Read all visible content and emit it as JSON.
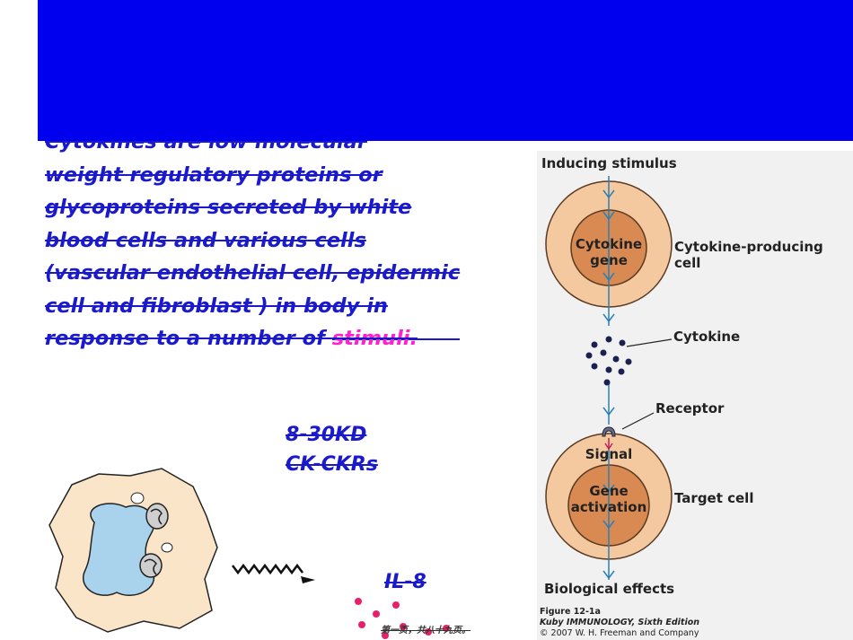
{
  "intro": {
    "line1": "Cytokines are low molecular",
    "line2": "weight regulatory proteins or",
    "line3": "glycoproteins secreted by white",
    "line4": "blood cells and various cells",
    "line5": "(vascular endothelial cell, epidermic",
    "line6": "cell and fibroblast ) in body in",
    "line7_prefix": "response to a number of ",
    "highlight": "stimuli."
  },
  "labels": {
    "weight": "8-30KD",
    "receptor_system": "CK-CKRs",
    "il8": "IL-8"
  },
  "figure": {
    "inducing_stimulus": "Inducing stimulus",
    "cytokine_gene_line1": "Cytokine",
    "cytokine_gene_line2": "gene",
    "producing_cell": "Cytokine-producing cell",
    "cytokine": "Cytokine",
    "receptor": "Receptor",
    "signal": "Signal",
    "gene_activation_line1": "Gene",
    "gene_activation_line2": "activation",
    "target_cell": "Target cell",
    "biological_effects": "Biological effects",
    "caption_fig": "Figure 12-1a",
    "caption_book": "Kuby IMMUNOLOGY, Sixth Edition",
    "caption_copyright": "© 2007 W. H. Freeman and Company"
  },
  "page_number": "第一页，共八十九页。",
  "colors": {
    "banner": "#0000ee",
    "text_blue": "#1a1acc",
    "highlight_pink": "#ff22cc",
    "cell_outer": "#f4c9a0",
    "cell_nucleus": "#d98a52",
    "arrow_blue": "#2a7fb8"
  }
}
